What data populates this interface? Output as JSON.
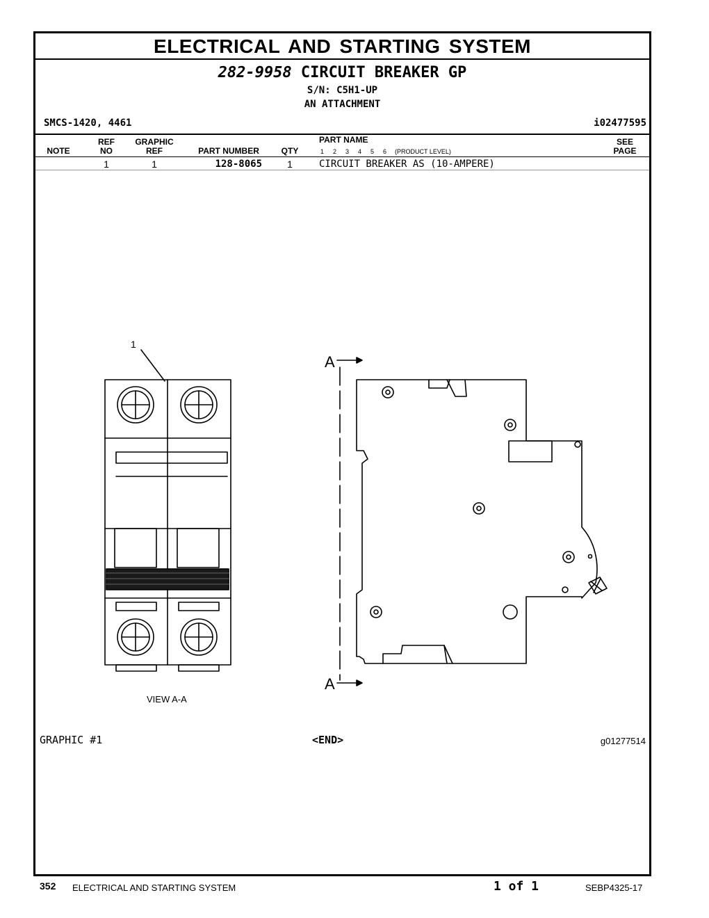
{
  "header": {
    "section_title": "ELECTRICAL AND STARTING SYSTEM",
    "group_number": "282-9958",
    "group_name": "CIRCUIT BREAKER GP",
    "serial": "S/N: C5H1-UP",
    "arrangement": "AN ATTACHMENT",
    "smcs": "SMCS-1420, 4461",
    "ident": "i02477595"
  },
  "table": {
    "columns": {
      "note": "NOTE",
      "ref_top": "REF",
      "ref_bottom": "NO",
      "graphic_top": "GRAPHIC",
      "graphic_bottom": "REF",
      "part_number": "PART NUMBER",
      "qty": "QTY",
      "part_name": "PART NAME",
      "levels": [
        "1",
        "2",
        "3",
        "4",
        "5",
        "6"
      ],
      "product_level": "(PRODUCT LEVEL)",
      "see_top": "SEE",
      "see_bottom": "PAGE"
    },
    "rows": [
      {
        "note": "",
        "ref_no": "1",
        "graphic_ref": "1",
        "part_number": "128-8065",
        "qty": "1",
        "part_name": "CIRCUIT BREAKER AS (10-AMPERE)",
        "see_page": ""
      }
    ]
  },
  "illustration": {
    "callout": "1",
    "view_label": "VIEW A-A",
    "section_marker_top": "A",
    "section_marker_bottom": "A",
    "graphic_label": "GRAPHIC #1",
    "end_label": "<END>",
    "graphic_code": "g01277514"
  },
  "footer": {
    "page_number": "352",
    "section": "ELECTRICAL AND STARTING SYSTEM",
    "page_of": "1 of 1",
    "doc_code": "SEBP4325-17"
  }
}
